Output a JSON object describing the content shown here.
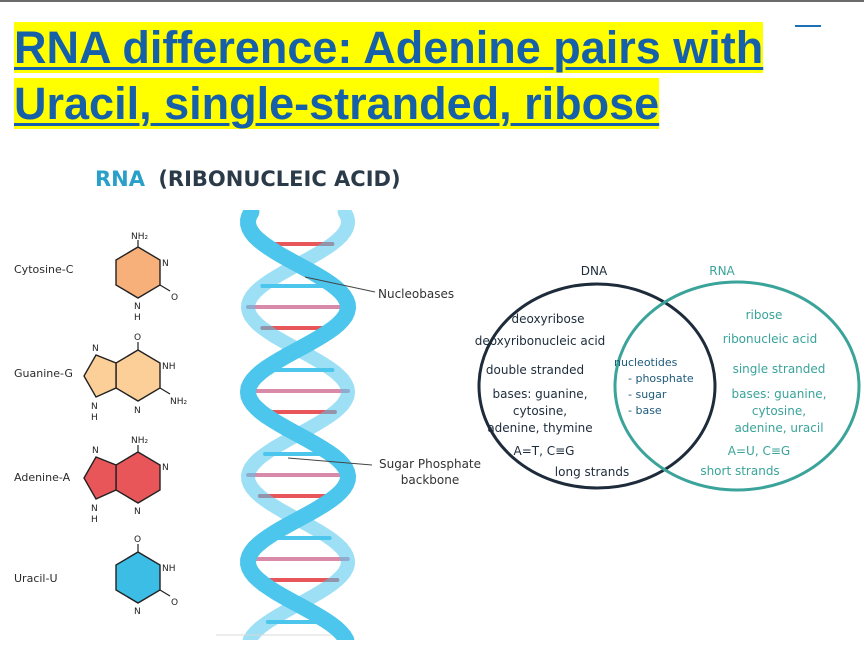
{
  "slide": {
    "title_line1": "RNA difference: Adenine pairs with",
    "title_line2": "Uracil, single-stranded, ribose"
  },
  "rna_figure": {
    "heading_abbr": "RNA",
    "heading_full": "(RIBONUCLEIC ACID)",
    "bases": [
      {
        "label": "Cytosine-C",
        "color": "#f7b07a"
      },
      {
        "label": "Guanine-G",
        "color": "#fbcf97"
      },
      {
        "label": "Adenine-A",
        "color": "#e8565a"
      },
      {
        "label": "Uracil-U",
        "color": "#3bbde6"
      }
    ],
    "atoms": {
      "nh2": "NH₂",
      "nh": "NH",
      "n": "N",
      "h": "H",
      "o": "O"
    },
    "callout_nucleobases": "Nucleobases",
    "callout_backbone_line1": "Sugar Phosphate",
    "callout_backbone_line2": "backbone",
    "strand_color": "#4cc6ec",
    "rung_colors": [
      "#e8565a",
      "#f7c08a",
      "#4cc6ec",
      "#d98aa8"
    ]
  },
  "venn": {
    "dna_label": "DNA",
    "rna_label": "RNA",
    "dna_color": "#1d2b3a",
    "rna_color": "#3aa39a",
    "dna_items": [
      "deoxyribose",
      "deoxyribonucleic acid",
      "double stranded",
      "bases: guanine,",
      "cytosine,",
      "adenine, thymine",
      "A=T, C≡G",
      "long strands"
    ],
    "shared_items": [
      "nucleotides",
      "- phosphate",
      "- sugar",
      "- base"
    ],
    "rna_items": [
      "ribose",
      "ribonucleic acid",
      "single stranded",
      "bases: guanine,",
      "cytosine,",
      "adenine, uracil",
      "A=U, C≡G",
      "short strands"
    ]
  }
}
